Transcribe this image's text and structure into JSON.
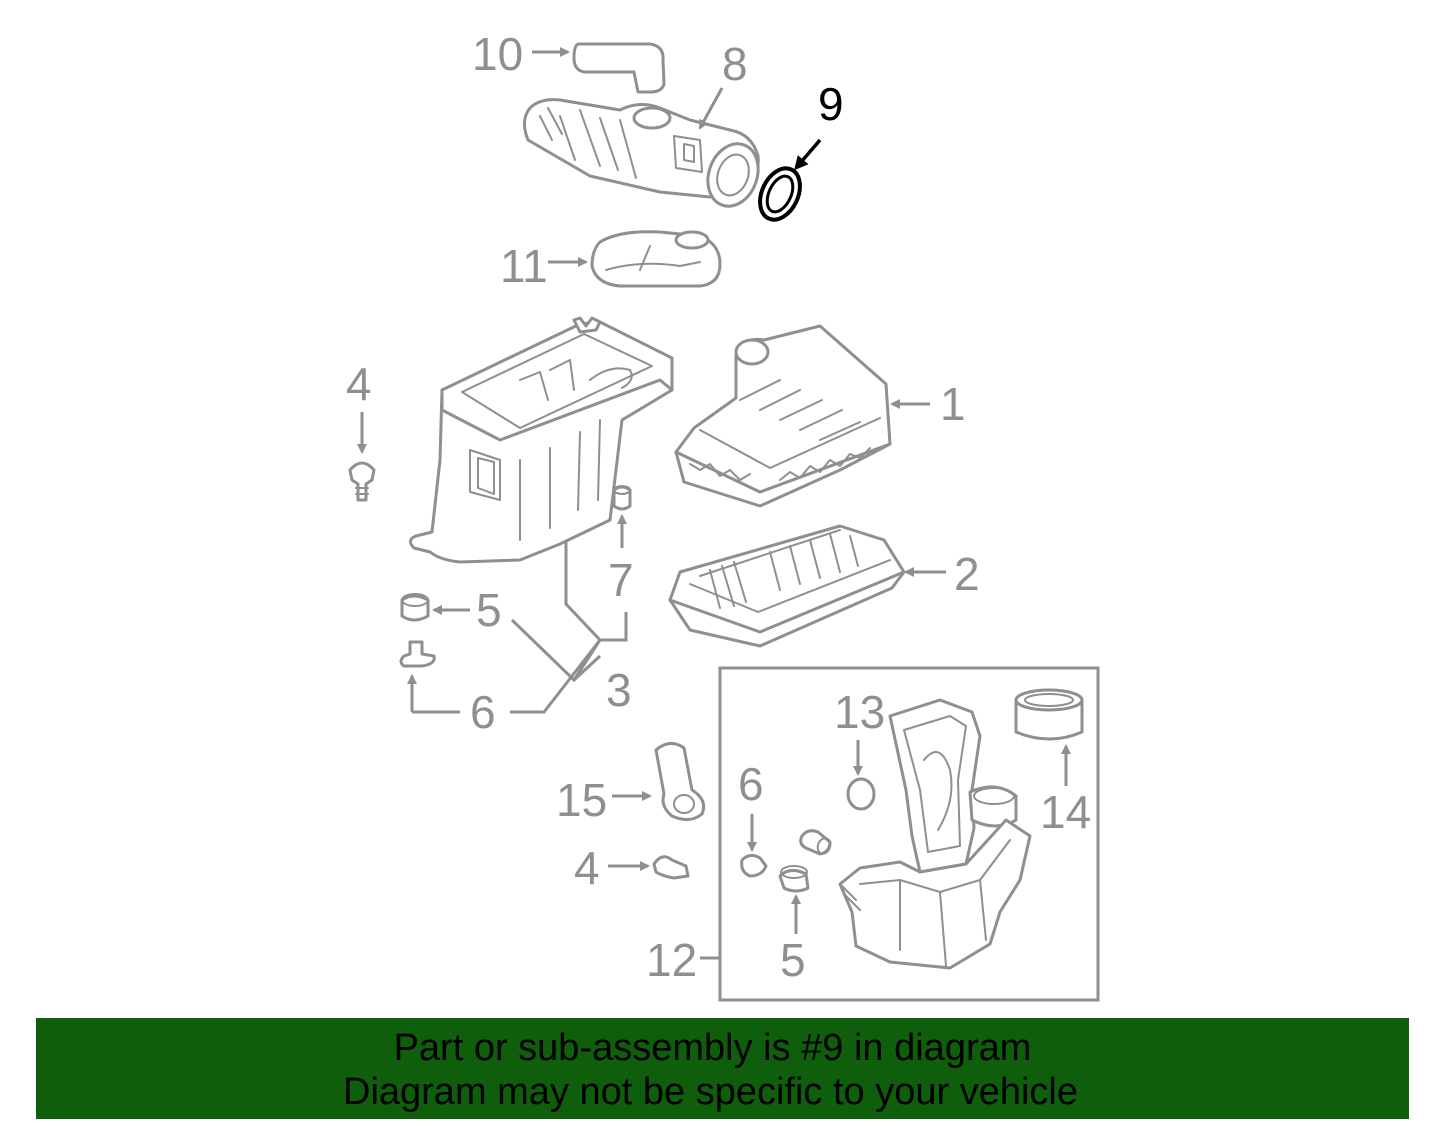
{
  "diagram": {
    "highlighted_part": "9",
    "callouts": {
      "c1": "1",
      "c2": "2",
      "c3": "3",
      "c4a": "4",
      "c4b": "4",
      "c5a": "5",
      "c5b": "5",
      "c6a": "6",
      "c6b": "6",
      "c7": "7",
      "c8": "8",
      "c9": "9",
      "c10": "10",
      "c11": "11",
      "c12": "12",
      "c13": "13",
      "c14": "14",
      "c15": "15"
    },
    "colors": {
      "part_gray": "#8f8f8f",
      "highlight": "#000000",
      "banner_bg": "#0e5e0c"
    }
  },
  "banner": {
    "line1": "Part or sub-assembly is #9 in diagram",
    "line2": "Diagram may not be specific to your vehicle"
  }
}
